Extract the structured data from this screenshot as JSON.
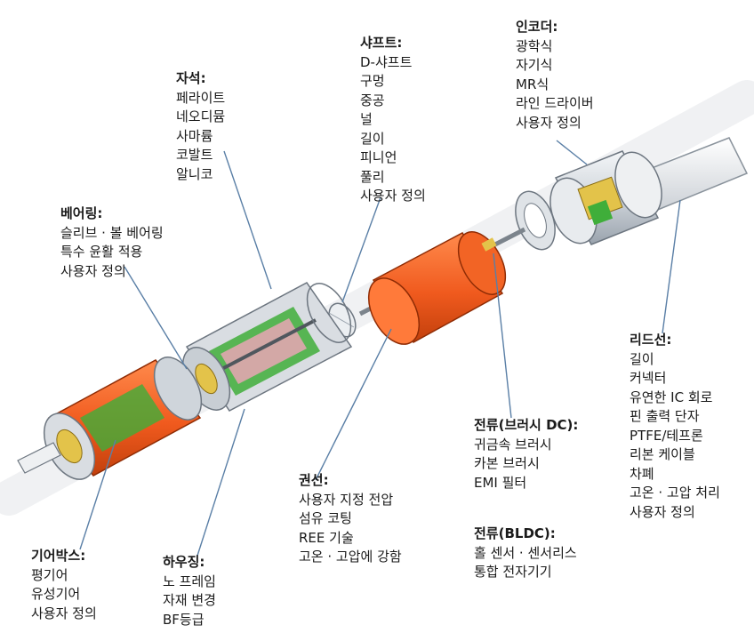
{
  "callouts": {
    "magnet": {
      "title": "자석:",
      "items": [
        "페라이트",
        "네오디뮴",
        "사마륨",
        "코발트",
        "알니코"
      ]
    },
    "shaft": {
      "title": "샤프트:",
      "items": [
        "D-샤프트",
        "구멍",
        "중공",
        "널",
        "길이",
        "피니언",
        "풀리",
        "사용자 정의"
      ]
    },
    "encoder": {
      "title": "인코더:",
      "items": [
        "광학식",
        "자기식",
        "MR식",
        "라인 드라이버",
        "사용자 정의"
      ]
    },
    "bearing": {
      "title": "베어링:",
      "items": [
        "슬리브 · 볼 베어링",
        "특수 윤활 적용",
        "사용자 정의"
      ]
    },
    "lead_wire": {
      "title": "리드선:",
      "items": [
        "길이",
        "커넥터",
        "유연한 IC 회로",
        "핀 출력 단자",
        "PTFE/테프론",
        "리본 케이블",
        "차폐",
        "고온 · 고압 처리",
        "사용자 정의"
      ]
    },
    "commutation_brush": {
      "title": "전류(브러시 DC):",
      "items": [
        "귀금속 브러시",
        "카본 브러시",
        "EMI 필터"
      ]
    },
    "commutation_bldc": {
      "title": "전류(BLDC):",
      "items": [
        "홀 센서 · 센서리스",
        "통합 전자기기"
      ]
    },
    "winding": {
      "title": "권선:",
      "items": [
        "사용자 지정 전압",
        "섬유 코팅",
        "REE 기술",
        "고온 · 고압에 강함"
      ]
    },
    "gearbox": {
      "title": "기어박스:",
      "items": [
        "평기어",
        "유성기어",
        "사용자 정의"
      ]
    },
    "housing": {
      "title": "하우징:",
      "items": [
        "노 프레임",
        "자재 변경",
        "BF등급"
      ]
    }
  },
  "colors": {
    "housing_fill": "#d9dde2",
    "orange": "#f05a1e",
    "green": "#3fae3a",
    "pink": "#e9a6b5",
    "leader": "#5a7fa6",
    "gold": "#e3c34a"
  }
}
